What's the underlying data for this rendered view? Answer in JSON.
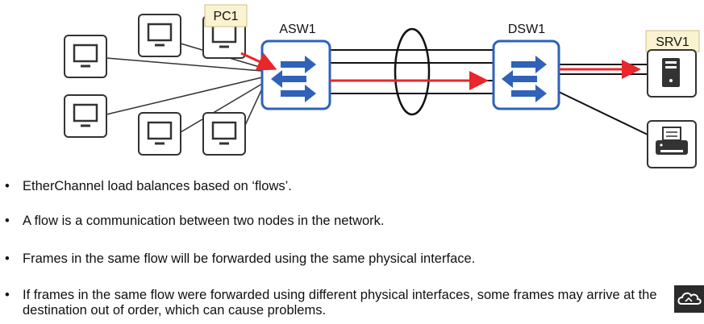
{
  "devices": {
    "pc1_label": "PC1",
    "asw1_label": "ASW1",
    "dsw1_label": "DSW1",
    "srv1_label": "SRV1"
  },
  "bullets": [
    "EtherChannel load balances based on ‘flows’.",
    "A flow is a communication between two nodes in the network.",
    "Frames in the same flow will be forwarded using the same physical interface.",
    "If frames in the same flow were forwarded using different physical interfaces, some frames may arrive at the destination out of order, which can cause problems."
  ],
  "icons": {
    "pc": "pc-monitor-icon",
    "switch": "switch-arrows-icon",
    "server": "server-icon",
    "printer": "printer-icon",
    "brand": "cloud-logo-icon"
  },
  "colors": {
    "switch_border": "#2f62b8",
    "switch_arrows": "#2f62b8",
    "flow_arrow": "#e8262b",
    "label_bg": "#fbf3d0"
  }
}
